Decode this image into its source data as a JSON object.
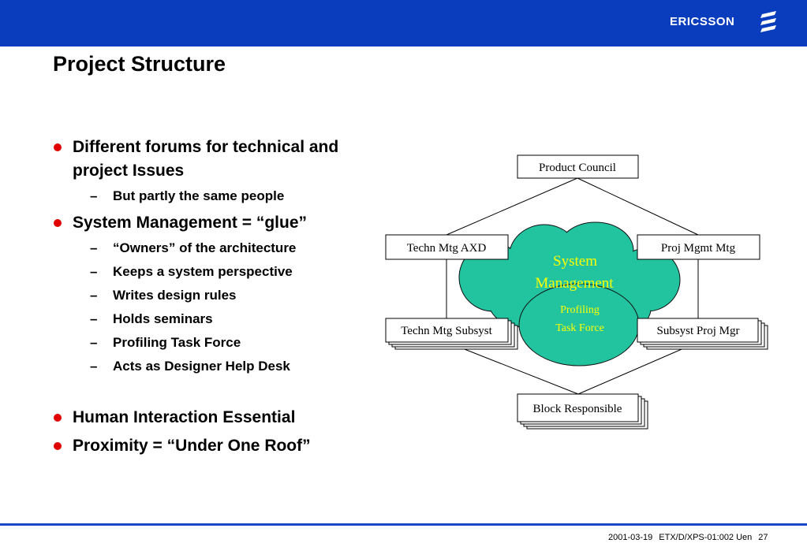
{
  "header": {
    "logo_text": "ERICSSON"
  },
  "title": "Project Structure",
  "bullets": [
    {
      "text": "Different forums for technical and project Issues",
      "subitems": [
        "But partly the same people"
      ]
    },
    {
      "text": "System Management = “glue”",
      "subitems": [
        "“Owners” of the architecture",
        "Keeps a system perspective",
        "Writes design rules",
        "Holds seminars",
        "Profiling Task Force",
        "Acts as Designer Help Desk"
      ]
    },
    {
      "text": "Human Interaction Essential",
      "subitems": []
    },
    {
      "text": "Proximity = “Under One Roof”",
      "subitems": []
    }
  ],
  "diagram": {
    "nodes": {
      "product_council": "Product Council",
      "techn_mtg_axd": "Techn Mtg AXD",
      "proj_mgmt_mtg": "Proj Mgmt Mtg",
      "techn_mtg_subsyst": "Techn Mtg Subsyst",
      "subsyst_proj_mgr": "Subsyst Proj Mgr",
      "block_responsible": "Block Responsible"
    },
    "cloud": {
      "label_line1": "System",
      "label_line2": "Management",
      "sub_line1": "Profiling",
      "sub_line2": "Task Force"
    }
  },
  "footer": {
    "date": "2001-03-19",
    "doc_id": "ETX/D/XPS-01:002 Uen",
    "page": "27"
  },
  "colors": {
    "header_blue": "#0a3dbd",
    "bullet_red": "#e00000",
    "cloud_fill": "#22c4a0",
    "cloud_text": "#ffff00"
  }
}
